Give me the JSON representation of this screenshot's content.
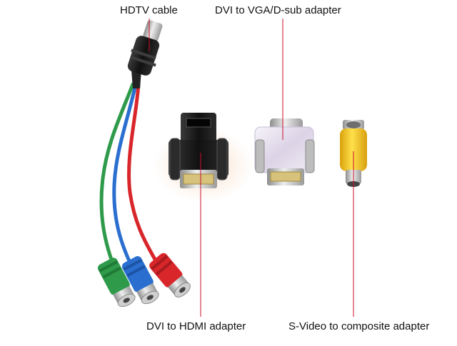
{
  "labels": {
    "hdtv_cable": "HDTV cable",
    "dvi_vga": "DVI to VGA/D-sub adapter",
    "dvi_hdmi": "DVI to HDMI adapter",
    "svideo": "S-Video to composite adapter"
  },
  "colors": {
    "leader_line": "#c8102e",
    "cable_green": "#2e9a4a",
    "cable_blue": "#2a6fd0",
    "cable_red": "#d8262b",
    "plug_black": "#1e1e1e",
    "translucent_adapter": "#e6e0ec",
    "yellow_adapter": "#f2c419"
  }
}
